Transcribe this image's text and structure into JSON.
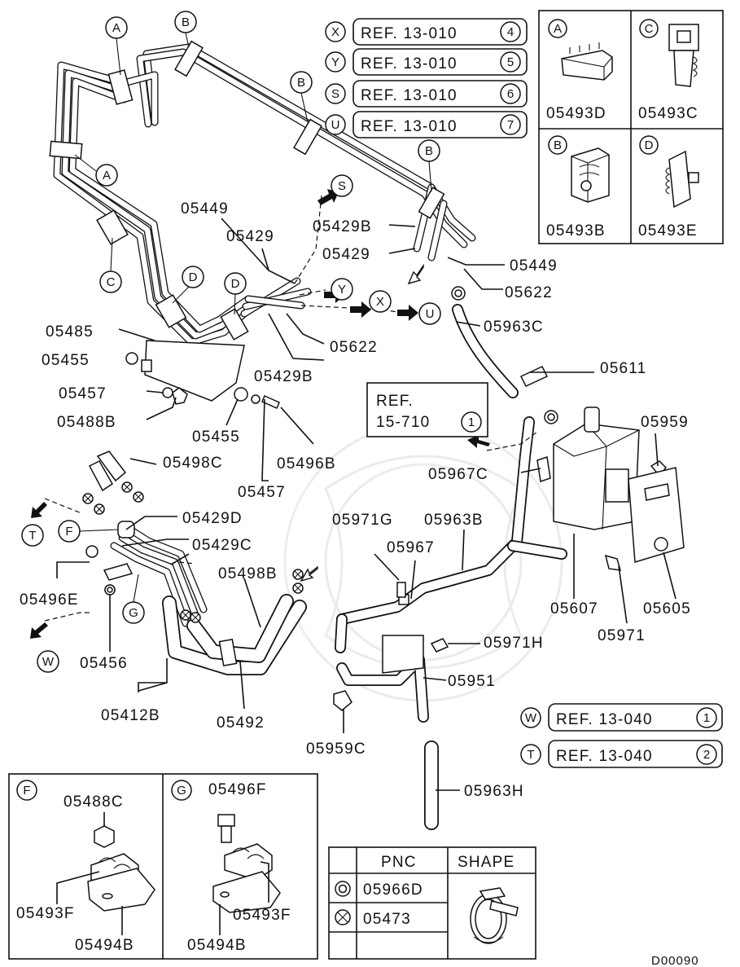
{
  "diagram_code": "D00090",
  "refs": {
    "X": {
      "letter": "X",
      "text": "REF. 13-010",
      "num": "4"
    },
    "Y": {
      "letter": "Y",
      "text": "REF. 13-010",
      "num": "5"
    },
    "S": {
      "letter": "S",
      "text": "REF. 13-010",
      "num": "6"
    },
    "U": {
      "letter": "U",
      "text": "REF. 13-010",
      "num": "7"
    },
    "W": {
      "letter": "W",
      "text": "REF. 13-040",
      "num": "1"
    },
    "T": {
      "letter": "T",
      "text": "REF. 13-040",
      "num": "2"
    },
    "canister": {
      "line1": "REF.",
      "line2": "15-710",
      "num": "1"
    }
  },
  "clip_legend": {
    "A": {
      "letter": "A",
      "part": "05493D"
    },
    "C": {
      "letter": "C",
      "part": "05493C"
    },
    "B": {
      "letter": "B",
      "part": "05493B"
    },
    "D": {
      "letter": "D",
      "part": "05493E"
    }
  },
  "detail_f": {
    "letter": "F",
    "parts": [
      "05488C",
      "05493F",
      "05494B"
    ]
  },
  "detail_g": {
    "letter": "G",
    "parts": [
      "05496F",
      "05493F",
      "05494B"
    ]
  },
  "pnc_table": {
    "header_pnc": "PNC",
    "header_shape": "SHAPE",
    "rows": [
      {
        "symbol": "double-circle",
        "pnc": "05966D"
      },
      {
        "symbol": "circle-x",
        "pnc": "05473"
      }
    ]
  },
  "clip_callouts": [
    "A",
    "B",
    "A",
    "B",
    "C",
    "B",
    "D",
    "D",
    "F",
    "G"
  ],
  "part_labels": {
    "p05449a": "05449",
    "p05429a": "05429",
    "p05429B_top": "05429B",
    "p05429b": "05429",
    "p05449b": "05449",
    "p05622a": "05622",
    "p05963C": "05963C",
    "p05485": "05485",
    "p05455a": "05455",
    "p05457a": "05457",
    "p05488B": "05488B",
    "p05622b": "05622",
    "p05429B_mid": "05429B",
    "p05455b": "05455",
    "p05496B": "05496B",
    "p05457b": "05457",
    "p05611": "05611",
    "p05959": "05959",
    "p05967C": "05967C",
    "p05498C": "05498C",
    "p05429D": "05429D",
    "p05429C": "05429C",
    "p05971G": "05971G",
    "p05963B": "05963B",
    "p05967": "05967",
    "p05498B": "05498B",
    "p05496E": "05496E",
    "p05607": "05607",
    "p05605": "05605",
    "p05971": "05971",
    "p05971H": "05971H",
    "p05456": "05456",
    "p05951": "05951",
    "p05412B": "05412B",
    "p05492": "05492",
    "p05959C": "05959C",
    "p05963H": "05963H"
  }
}
